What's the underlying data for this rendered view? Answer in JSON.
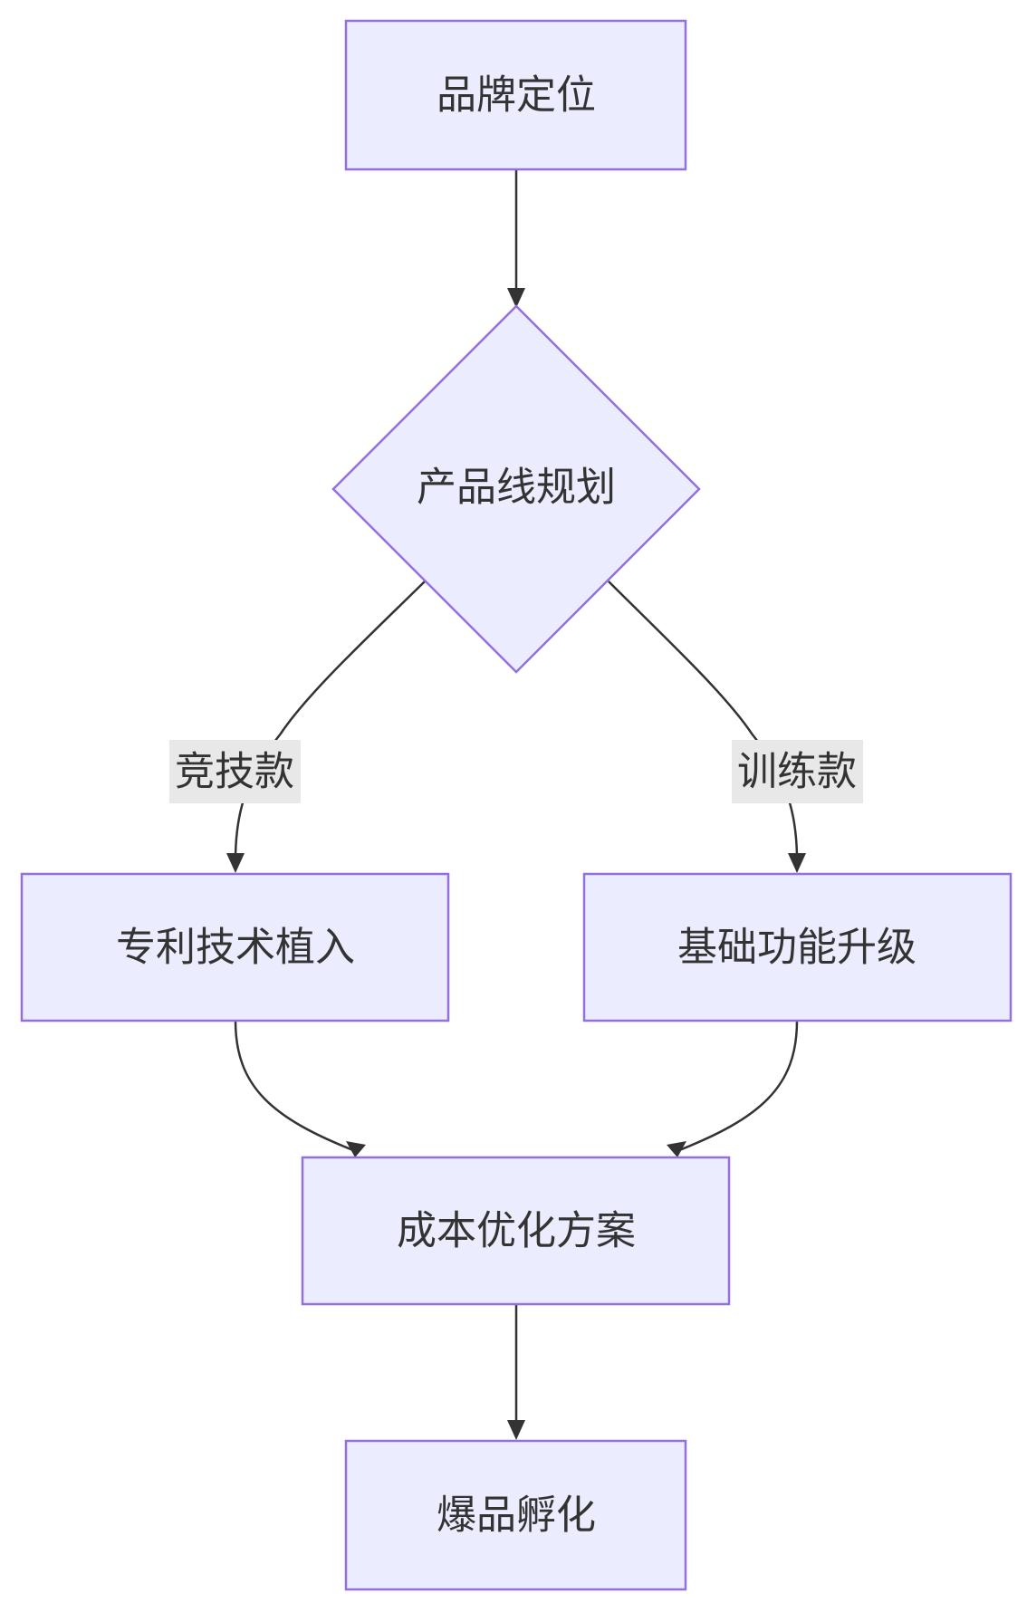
{
  "nodes": {
    "brand_positioning": "品牌定位",
    "product_line_planning": "产品线规划",
    "patent_tech": "专利技术植入",
    "basic_upgrade": "基础功能升级",
    "cost_optimization": "成本优化方案",
    "hit_incubation": "爆品孵化"
  },
  "edge_labels": {
    "competitive": "竞技款",
    "training": "训练款"
  },
  "colors": {
    "node_fill": "#ECECFF",
    "node_stroke": "#9370DB",
    "edge": "#333333",
    "edge_label_bg": "#E8E8E8",
    "text": "#333333"
  }
}
